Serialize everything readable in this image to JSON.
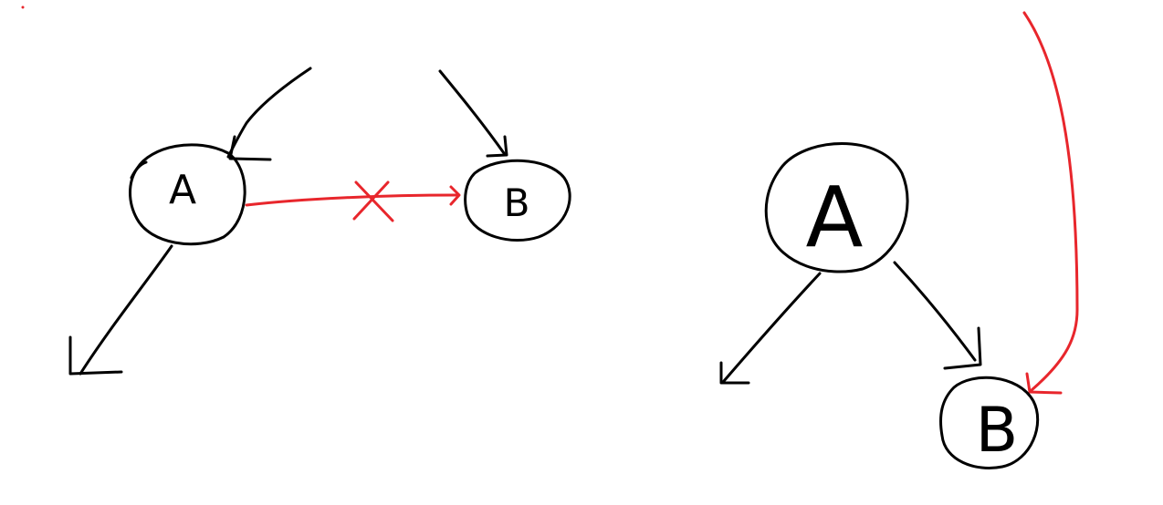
{
  "colors": {
    "ink": "#000000",
    "highlight": "#e8262c",
    "background": "#ffffff"
  },
  "left_diagram": {
    "node_a": {
      "label": "A"
    },
    "node_b": {
      "label": "B"
    },
    "crossed_edge": {
      "marker": "X"
    }
  },
  "right_diagram": {
    "node_a": {
      "label": "A"
    },
    "node_b": {
      "label": "B"
    }
  }
}
